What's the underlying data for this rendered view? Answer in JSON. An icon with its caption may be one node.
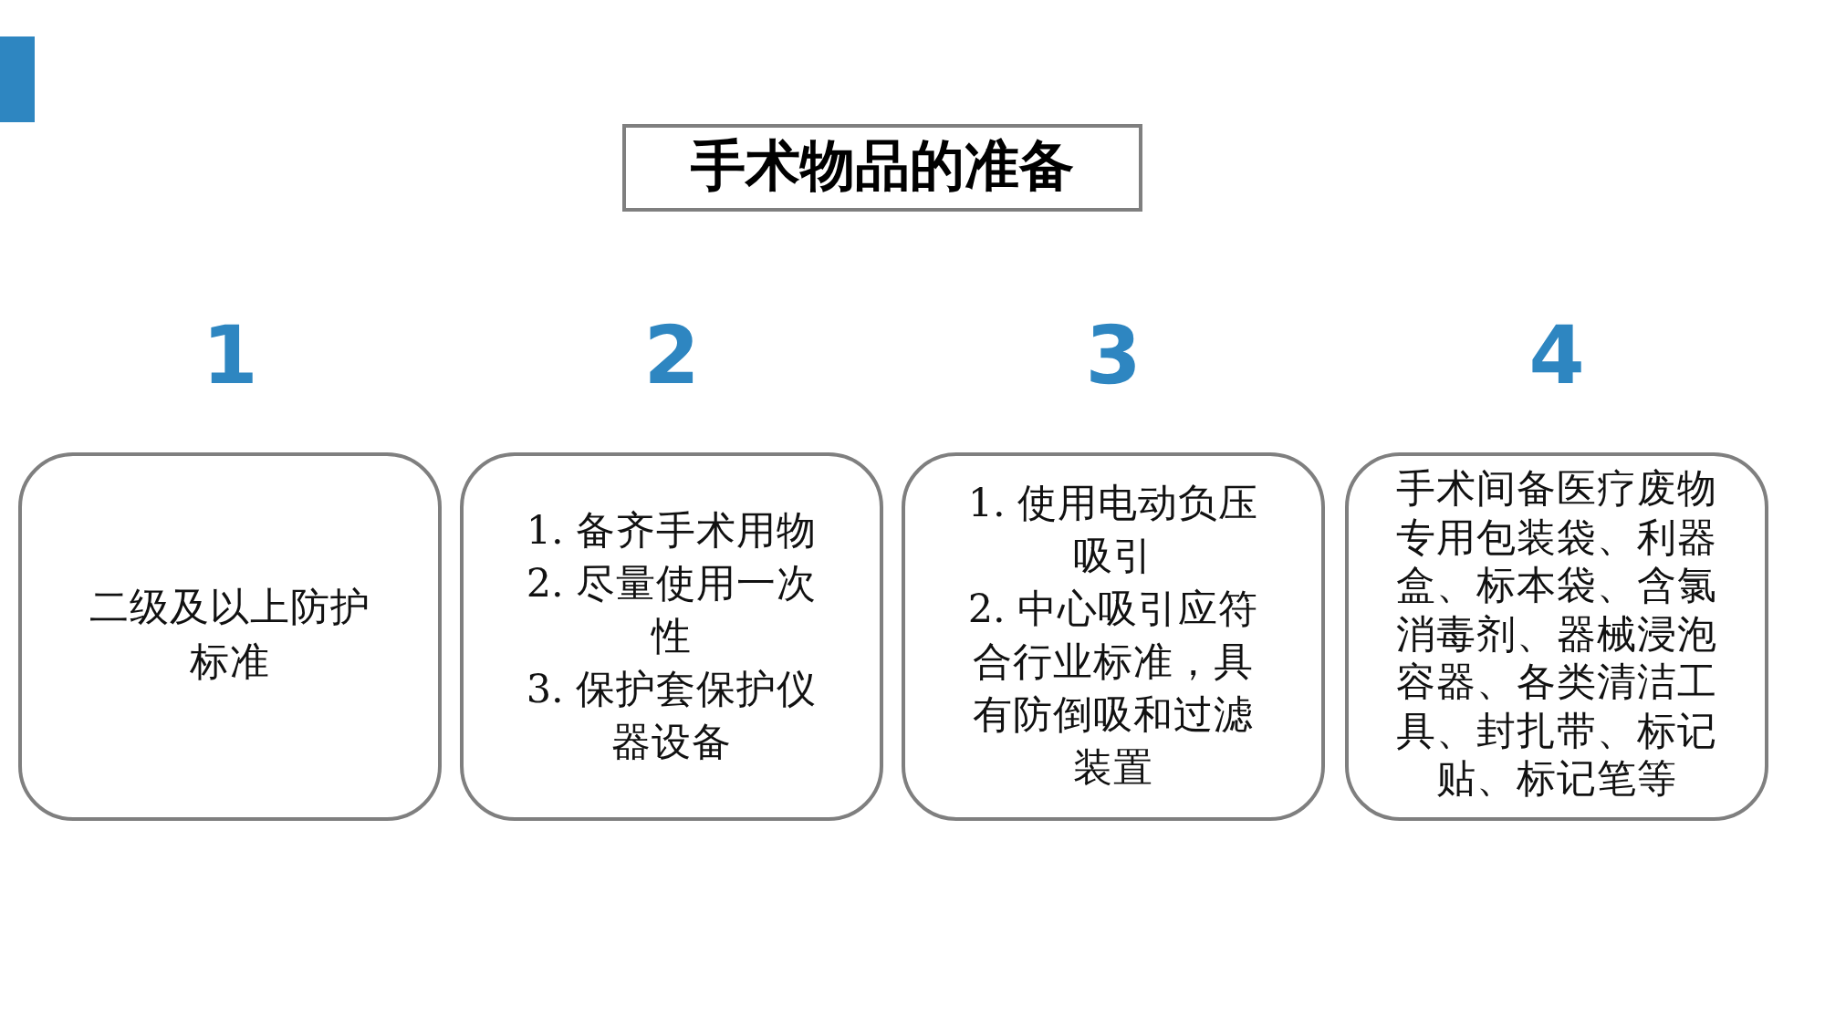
{
  "diagram": {
    "title": "手术物品的准备",
    "nodes": [
      {
        "text": [
          "1",
          "二级及以上防护标准"
        ]
      },
      {
        "text": [
          "2",
          "1. 备齐手术用物",
          "2. 尽量使用一次性",
          "3. 保护套保护仪器设备"
        ]
      },
      {
        "text": [
          "3",
          "1. 使用电动负压吸引",
          "2. 中心吸引应符合行业标准，具有防倒吸和过滤装置"
        ]
      },
      {
        "text": [
          "4",
          "手术间备医疗废物专用包装袋、利器盒、标本袋、含氯消毒剂、器械浸泡容器、各类清洁工具、封扎带、标记贴、标记笔等"
        ]
      }
    ]
  }
}
